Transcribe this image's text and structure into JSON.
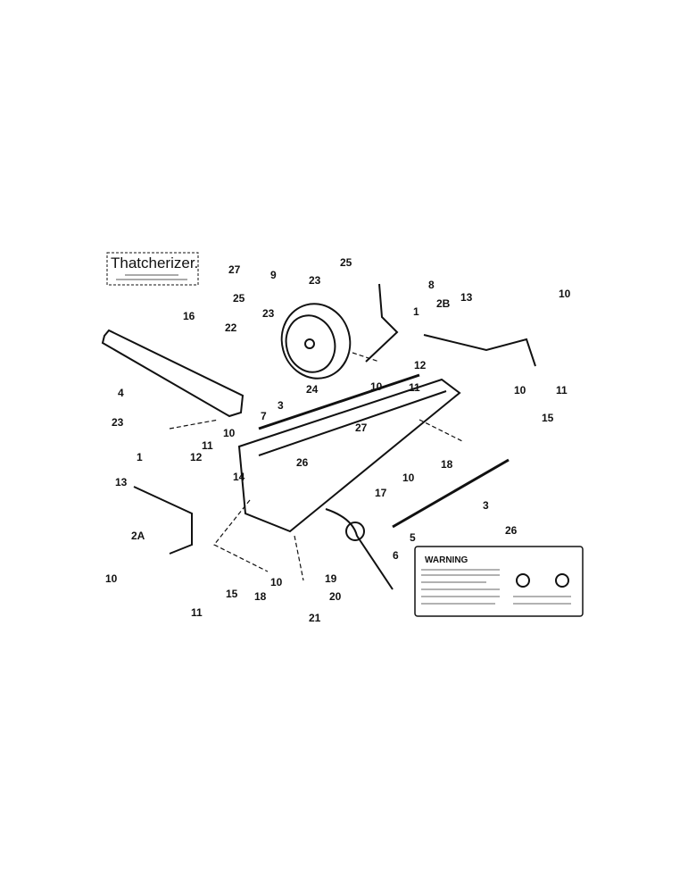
{
  "decal_logo": {
    "text": "Thatcherizer."
  },
  "decal_warning": {
    "title": "WARNING"
  },
  "callouts": [
    "27",
    "25",
    "9",
    "23",
    "8",
    "13",
    "10",
    "25",
    "23",
    "22",
    "16",
    "1",
    "2B",
    "4",
    "24",
    "7",
    "3",
    "10",
    "11",
    "12",
    "11",
    "10",
    "15",
    "23",
    "27",
    "10",
    "11",
    "12",
    "1",
    "26",
    "18",
    "10",
    "14",
    "17",
    "3",
    "13",
    "2A",
    "5",
    "6",
    "26",
    "10",
    "11",
    "15",
    "18",
    "10",
    "19",
    "20",
    "21"
  ]
}
